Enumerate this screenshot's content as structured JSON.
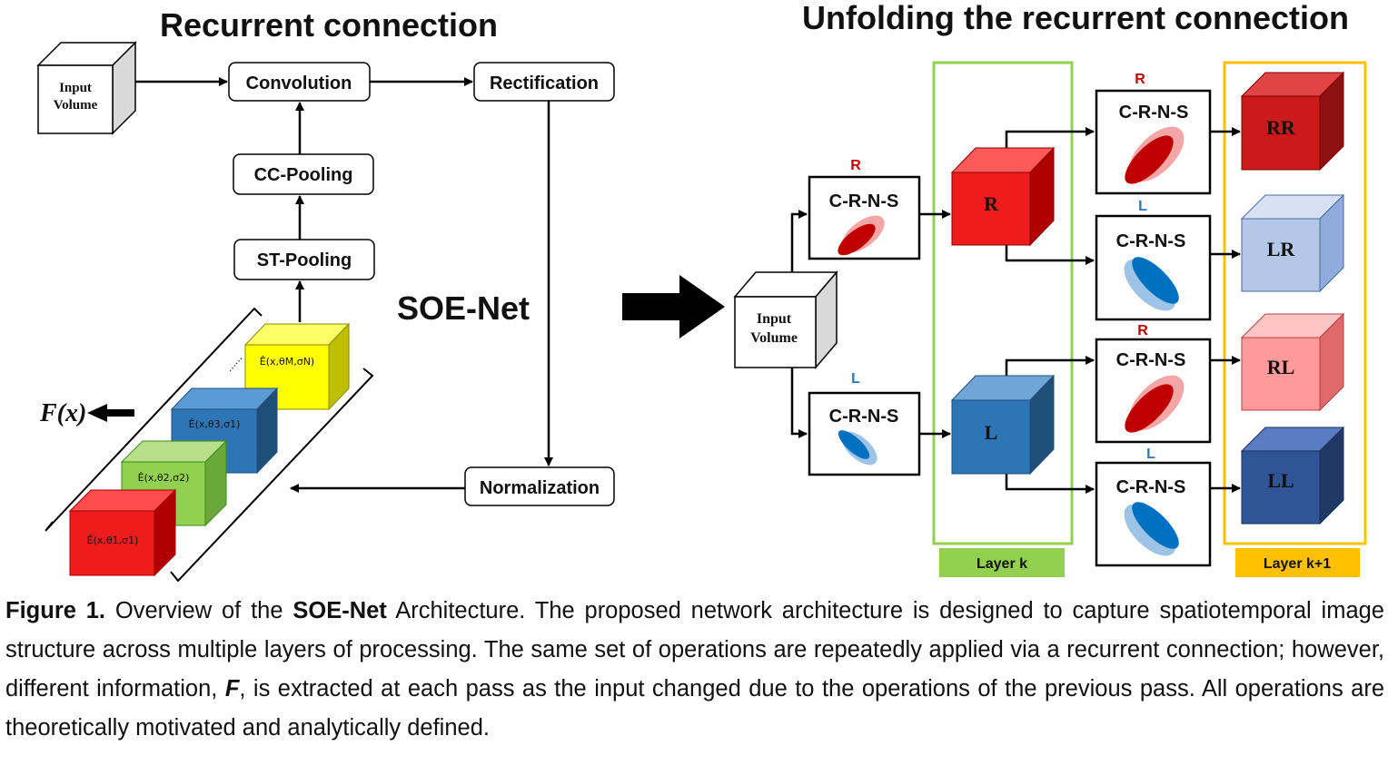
{
  "left": {
    "title": "Recurrent connection",
    "input_volume": [
      "Input",
      "Volume"
    ],
    "convolution": "Convolution",
    "rectification": "Rectification",
    "cc_pooling": "CC-Pooling",
    "st_pooling": "ST-Pooling",
    "normalization": "Normalization",
    "soe_net": "SOE-Net",
    "fx": "F(x)",
    "stack": [
      {
        "label": "Ê(x,θ1,σ1)",
        "color": "#ee1c1c"
      },
      {
        "label": "Ê(x,θ2,σ2)",
        "color": "#92d050"
      },
      {
        "label": "Ê(x,θ3,σ1)",
        "color": "#2e75b6"
      },
      {
        "label": "Ê(x,θM,σN)",
        "color": "#ffff00"
      }
    ],
    "ellipsis": "......"
  },
  "right": {
    "title": "Unfolding the recurrent connection",
    "input_volume": [
      "Input",
      "Volume"
    ],
    "crns": "C-R-N-S",
    "sel_R": "R",
    "sel_L": "L",
    "layer_k_cubes": [
      {
        "label": "R",
        "color": "#ee1c1c"
      },
      {
        "label": "L",
        "color": "#2e75b6"
      }
    ],
    "layer_k1_cubes": [
      {
        "label": "RR",
        "color": "#cc1a1a"
      },
      {
        "label": "LR",
        "color": "#b4c7e7"
      },
      {
        "label": "RL",
        "color": "#ff9a9a"
      },
      {
        "label": "LL",
        "color": "#2f5597"
      }
    ],
    "layer_k": "Layer k",
    "layer_k1": "Layer k+1",
    "colors": {
      "layer_k": "#92d050",
      "layer_k1": "#ffc000",
      "red": "#c00000",
      "blue": "#2e75b6"
    }
  },
  "caption": {
    "fig": "Figure 1.",
    "t1": " Overview of the ",
    "soe": "SOE-Net",
    "t2": " Architecture. The proposed network architecture is designed to capture spatiotemporal image structure across multiple layers of processing. The same set of operations are repeatedly applied via a recurrent connection; however, different information, ",
    "F": "F",
    "t3": ", is extracted at each pass as the input changed due to the operations of the previous pass.  All operations are theoretically motivated and analytically defined."
  }
}
